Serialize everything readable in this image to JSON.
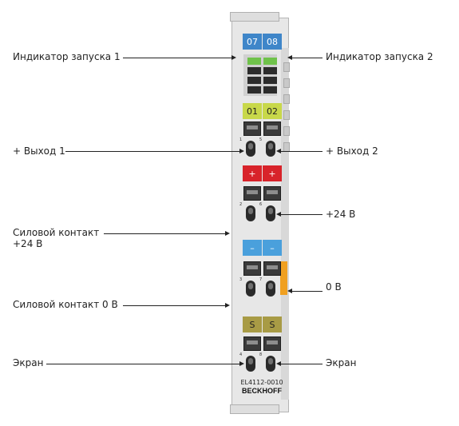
{
  "labels": {
    "start_indicator_1": "Индикатор запуска 1",
    "start_indicator_2": "Индикатор запуска 2",
    "output_plus_1": "+ Выход 1",
    "output_plus_2": "+ Выход 2",
    "plus_24v": "+24 В",
    "power_contact_24v_line1": "Силовой контакт",
    "power_contact_24v_line2": "+24 В",
    "zero_v": "0 В",
    "power_contact_0v": "Силовой контакт 0 В",
    "shield_left": "Экран",
    "shield_right": "Экран"
  },
  "module": {
    "chips": {
      "ch_a": "07",
      "ch_b": "08",
      "out_a": "01",
      "out_b": "02",
      "plus_a": "+",
      "plus_b": "+",
      "minus_a": "–",
      "minus_b": "–",
      "shield_a": "S",
      "shield_b": "S"
    },
    "pins": [
      "1",
      "5",
      "2",
      "6",
      "3",
      "7",
      "4",
      "8"
    ],
    "model": "EL4112-0010",
    "brand": "BECKHOFF",
    "led_states": [
      "on",
      "on",
      "off",
      "off",
      "off",
      "off",
      "off",
      "off"
    ]
  },
  "colors": {
    "blue_chip": "#3f86c9",
    "yellow_chip": "#c8d84a",
    "red_chip": "#d8232a",
    "light_blue_chip": "#4aa0dc",
    "olive_chip": "#a89b45",
    "orange_side": "#f0a020",
    "led_green": "#6fc24a",
    "housing": "#e7e7e7"
  }
}
